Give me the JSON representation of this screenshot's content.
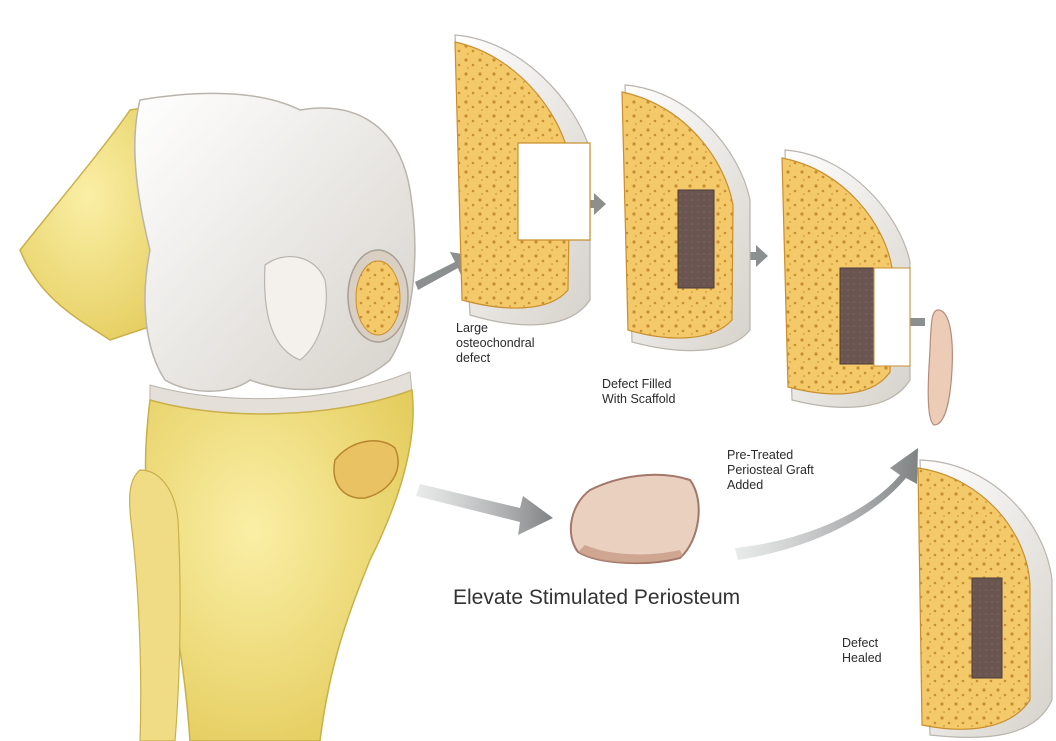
{
  "labels": {
    "step1": "Large\nosteochondral\ndefect",
    "step2": "Defect Filled\nWith Scaffold",
    "step3": "Pre-Treated\nPeriosteal Graft\nAdded",
    "step4": "Defect\nHealed",
    "main_caption": "Elevate Stimulated Periosteum"
  },
  "colors": {
    "bone": "#f2e07a",
    "bone_dark": "#d9c14e",
    "cartilage": "#e9e6e1",
    "marrow": "#f3c96a",
    "scaffold": "#6b5551",
    "periosteum": "#e8c9b6",
    "arrow": "#8c8f90"
  }
}
